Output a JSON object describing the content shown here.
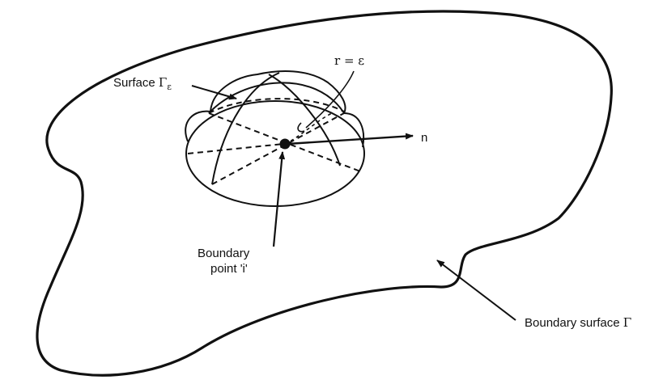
{
  "labels": {
    "surface_gamma_eps": {
      "text": "Surface ",
      "sym": "Γ",
      "sub": "ε"
    },
    "radius": "r = ε",
    "normal": "n",
    "boundary_point_line1": "Boundary",
    "boundary_point_line2": "point 'i'",
    "boundary_surface": {
      "text": "Boundary surface ",
      "sym": "Γ"
    }
  },
  "colors": {
    "ink": "#111111",
    "background": "#ffffff"
  }
}
